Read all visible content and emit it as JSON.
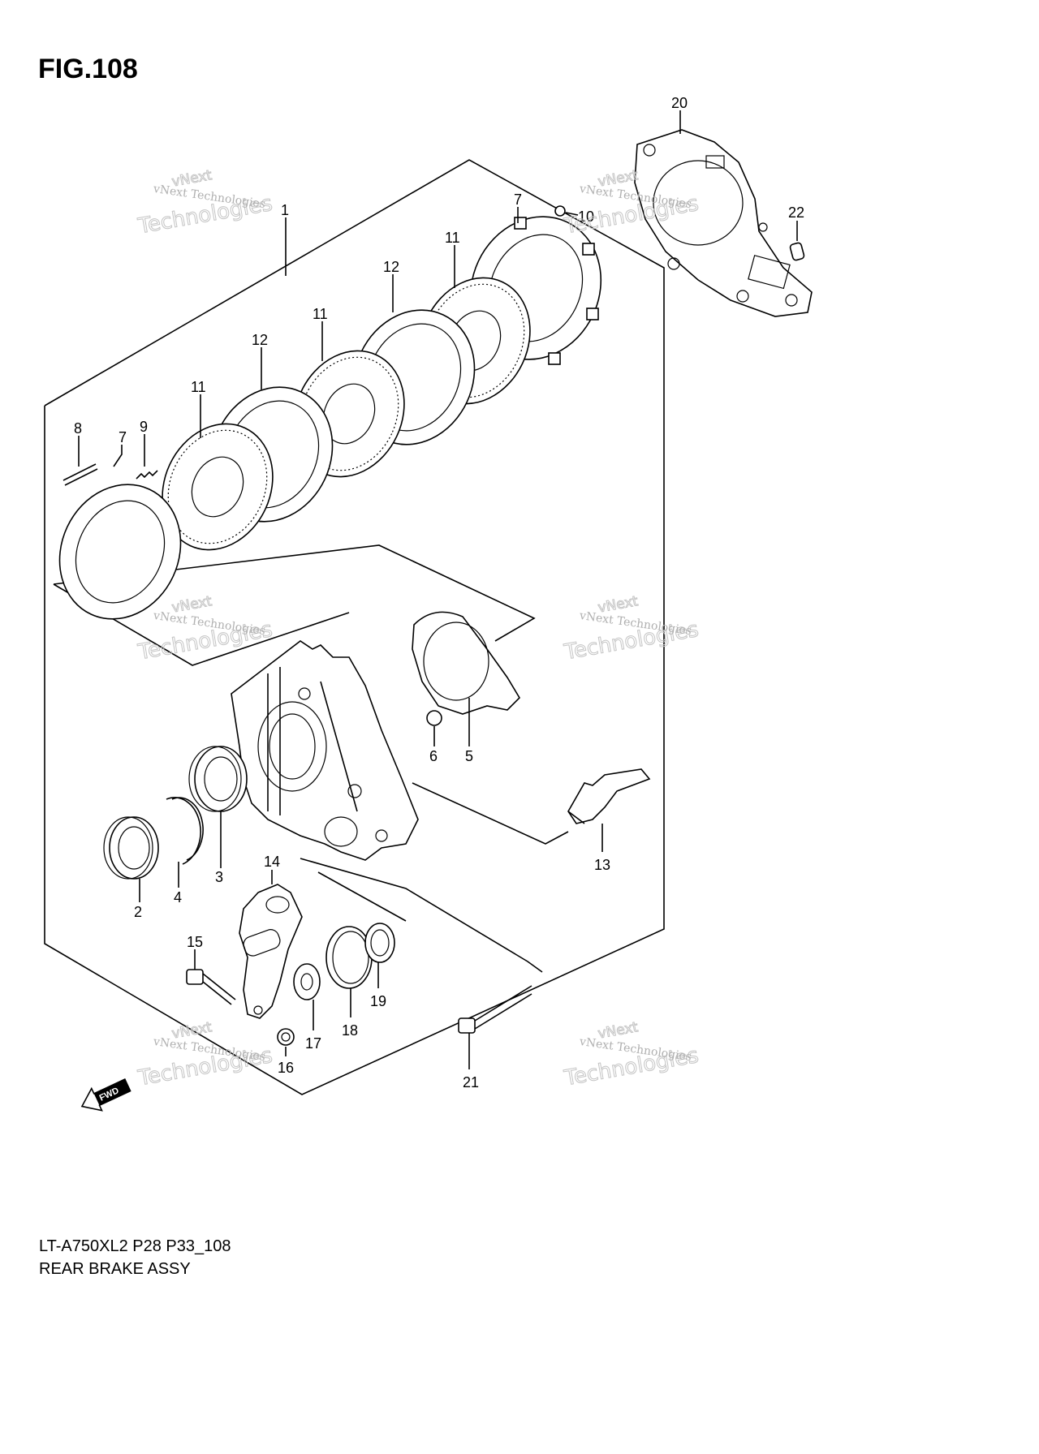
{
  "figure": {
    "title": "FIG.108",
    "model_code": "LT-A750XL2 P28 P33_108",
    "assembly_name": "REAR BRAKE ASSY"
  },
  "direction_marker": "FWD",
  "watermark": {
    "line1": "vNext",
    "line2": "Technologies",
    "line3": "vNext Technologies"
  },
  "callouts": [
    "1",
    "2",
    "3",
    "4",
    "5",
    "6",
    "7",
    "7",
    "8",
    "9",
    "10",
    "11",
    "11",
    "11",
    "12",
    "12",
    "13",
    "14",
    "15",
    "16",
    "17",
    "18",
    "19",
    "20",
    "21",
    "22"
  ]
}
